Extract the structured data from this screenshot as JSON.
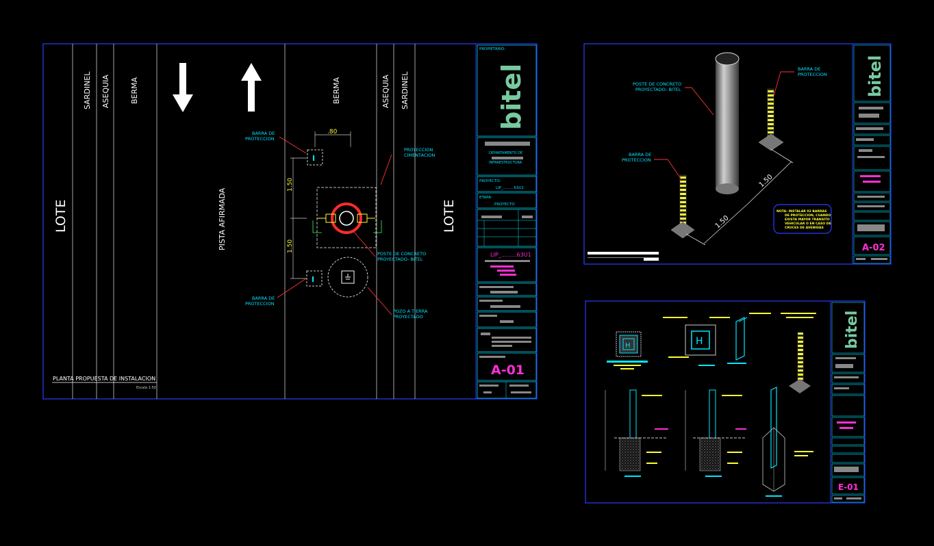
{
  "sheet_a01": {
    "road_labels": {
      "sardinel_left": "SARDINEL",
      "asequia_left": "ASEQUIA",
      "berma_left": "BERMA",
      "berma_right": "BERMA",
      "asequia_right": "ASEQUIA",
      "sardinel_right": "SARDINEL",
      "lote_left": "LOTE",
      "lote_right": "LOTE",
      "pista": "PISTA  AFIRMADA"
    },
    "dims": {
      "d80": ".80",
      "d150_a": "1.50",
      "d150_b": "1.50"
    },
    "callouts": {
      "barra_top_1": "BARRA DE",
      "barra_top_2": "PROTECCION",
      "barra_bot_1": "BARRA DE",
      "barra_bot_2": "PROTECCION",
      "proy_1": "PROYECCION",
      "proy_2": "CIMENTACION",
      "poste_1": "POSTE DE CONCRETO",
      "poste_2": "PROYECTADO- BITEL",
      "pozo_1": "POZO A TIERRA",
      "pozo_2": "PROYECTADO"
    },
    "plan_title": "PLANTA PROPUESTA DE INSTALACION",
    "plan_scale": "Escala 1:50",
    "titleblock": {
      "propietario": "PROPIETARIO:",
      "logo": "bitel",
      "dept_1": "DEPARTAMENTO DE",
      "dept_2": "INFRAESTRUCTURA",
      "proyecto_label": "PROYECTO:",
      "proyecto_value": "LIP_.........63U1",
      "etapa_label": "ETAPA:",
      "etapa_value": "PROYECTO",
      "code": "LIP_.........63U1",
      "sheet": "A-01"
    }
  },
  "sheet_a02": {
    "poste_1": "POSTE DE CONCRETO",
    "poste_2": "PROYECTADO- BITEL",
    "barra_r_1": "BARRA DE",
    "barra_r_2": "PROTECCION",
    "barra_l_1": "BARRA DE",
    "barra_l_2": "PROTECCION",
    "dim_1": "1.50",
    "dim_2": "1.50",
    "nota_1": "NOTA:  INSTALAR 02 BARRAS",
    "nota_2": "DE PROTECCION, CUANDO",
    "nota_3": "EXISTA MAYOR TRANSITO",
    "nota_4": "VEHICULAR O EN CASO DE",
    "nota_5": "CRUCES DE AVENIDAS",
    "logo": "bitel",
    "sheet": "A-02"
  },
  "sheet_e01": {
    "logo": "bitel",
    "sheet": "E-01"
  },
  "colors": {
    "frame": "#2a3cff",
    "cyan": "#00e5ff",
    "magenta": "#ff2fd6",
    "yellow": "#ffff33",
    "red": "#ff2b2b",
    "green": "#33ff66",
    "white": "#ffffff",
    "logo": "#79c9a0"
  }
}
